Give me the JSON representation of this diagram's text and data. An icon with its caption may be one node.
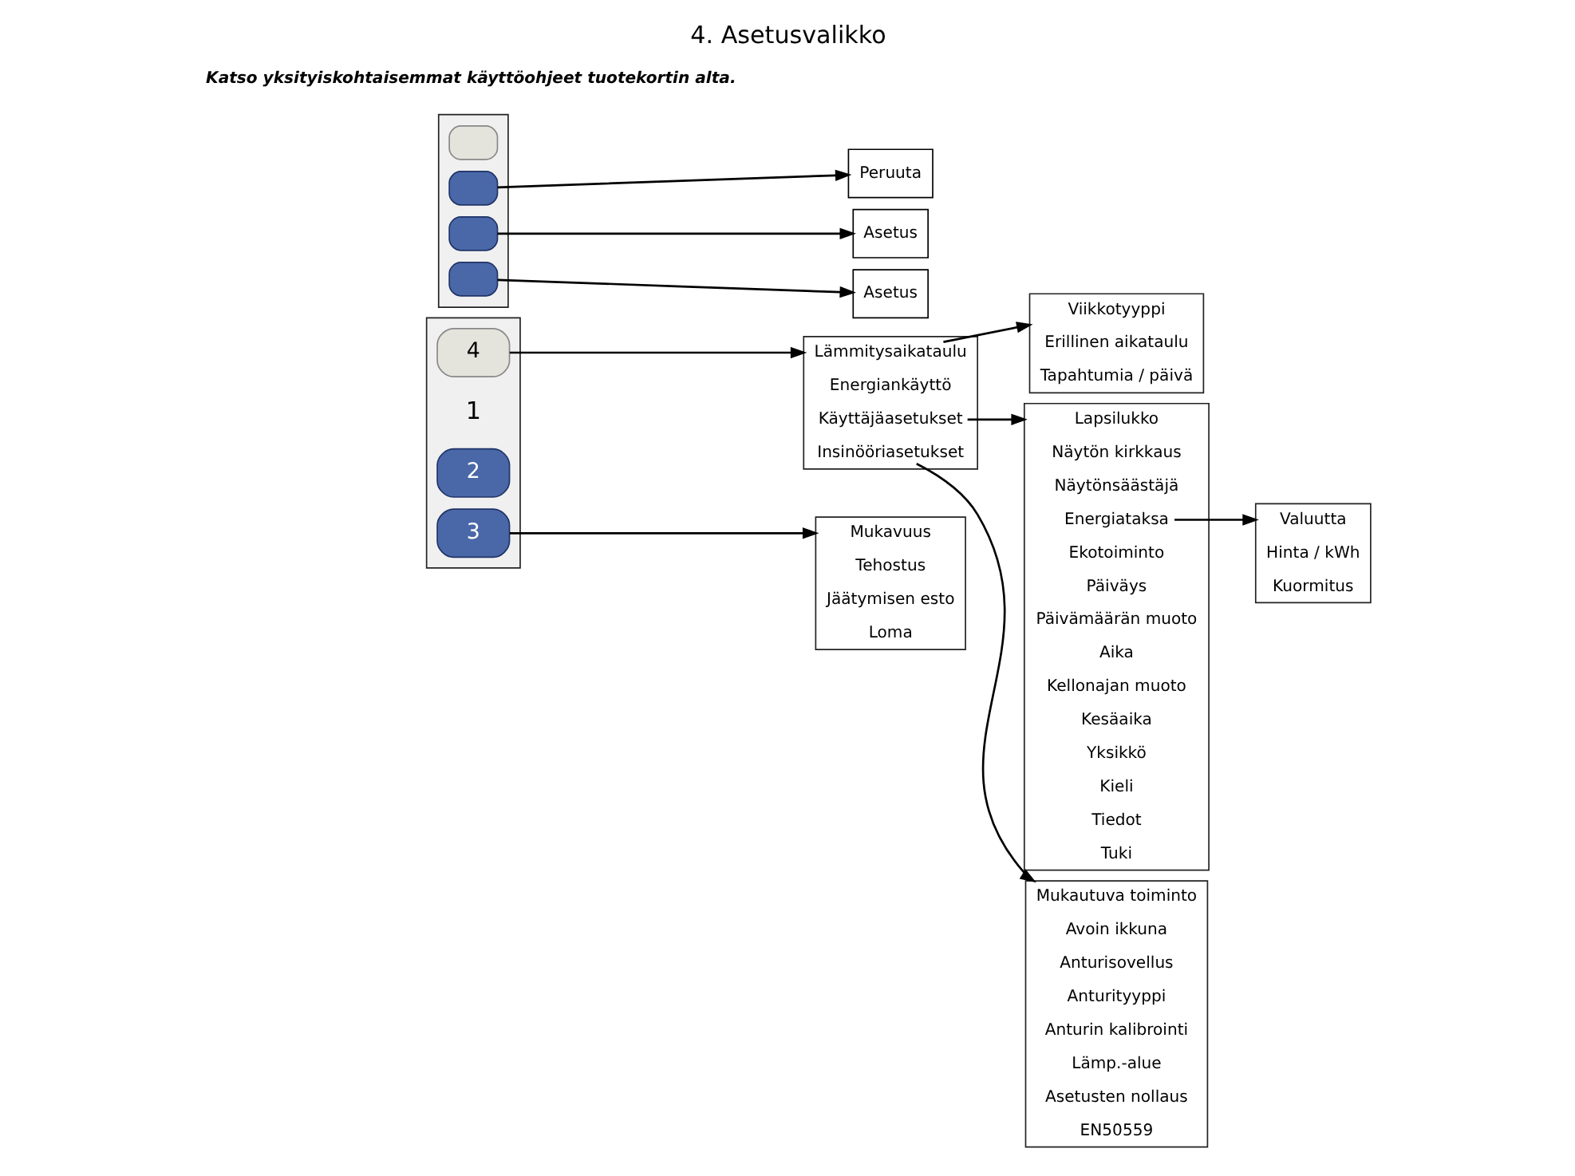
{
  "diagram": {
    "title": "4. Asetusvalikko",
    "nodes": [
      {
        "text": [],
        "shape": "box"
      },
      {
        "text": [
          "4"
        ],
        "in": 0
      },
      {
        "text": [
          "1"
        ],
        "in": 0
      },
      {
        "text": [
          "2"
        ],
        "in": 0
      },
      {
        "text": [
          "3"
        ],
        "in": 0
      },
      {
        "text": [],
        "shape": "box"
      },
      {
        "text": [
          "Lämmitysaikataulu"
        ],
        "in": 5
      },
      {
        "text": [
          "Energiankäyttö"
        ],
        "in": 5
      },
      {
        "text": [
          "Käyttäjäasetukset"
        ],
        "in": 5
      },
      {
        "text": [
          "Insinööriasetukset"
        ],
        "in": 5
      },
      {
        "text": [],
        "shape": "box"
      },
      {
        "text": [
          "Viikkotyyppi"
        ],
        "in": 10
      },
      {
        "text": [
          "Erillinen aikataulu"
        ],
        "in": 10
      },
      {
        "text": [
          "Tapahtumia / päivä"
        ],
        "in": 10
      },
      {
        "text": [],
        "shape": "box"
      },
      {
        "text": [
          "Mukavuus"
        ],
        "in": 14
      },
      {
        "text": [
          "Tehostus"
        ],
        "in": 14
      },
      {
        "text": [
          "Jäätymisen esto"
        ],
        "in": 14
      },
      {
        "text": [
          "Loma"
        ],
        "in": 14
      },
      {
        "text": [],
        "shape": "box"
      },
      {
        "text": [
          "Lapsilukko"
        ],
        "in": 19
      },
      {
        "text": [
          "Näytön kirkkaus"
        ],
        "in": 19
      },
      {
        "text": [
          "Näytönsäästäjä"
        ],
        "in": 19
      },
      {
        "text": [
          "Energiataksa"
        ],
        "in": 19
      },
      {
        "text": [
          "Ekotoiminto"
        ],
        "in": 19
      },
      {
        "text": [
          "Päiväys"
        ],
        "in": 19
      },
      {
        "text": [
          "Päivämäärän muoto"
        ],
        "in": 19
      },
      {
        "text": [
          "Aika"
        ],
        "in": 19
      },
      {
        "text": [
          "Kellonajan muoto"
        ],
        "in": 19
      },
      {
        "text": [
          "Kesäaika"
        ],
        "in": 19
      },
      {
        "text": [
          "Yksikkö"
        ],
        "in": 19
      },
      {
        "text": [
          "Kieli"
        ],
        "in": 19
      },
      {
        "text": [
          "Tiedot"
        ],
        "in": 19
      },
      {
        "text": [
          "Tuki"
        ],
        "in": 19
      },
      {
        "text": [],
        "shape": "box"
      },
      {
        "text": [
          "Valuutta"
        ],
        "in": 34
      },
      {
        "text": [
          "Hinta / kWh"
        ],
        "in": 34
      },
      {
        "text": [
          "Kuormitus"
        ],
        "in": 34
      },
      {
        "text": [],
        "shape": "box"
      },
      {
        "text": [
          "Mukautuva toiminto"
        ],
        "in": 38
      },
      {
        "text": [
          "Avoin ikkuna"
        ],
        "in": 38
      },
      {
        "text": [
          "Anturisovellus"
        ],
        "in": 38
      },
      {
        "text": [
          "Anturityyppi"
        ],
        "in": 38
      },
      {
        "text": [
          "Anturin kalibrointi"
        ],
        "in": 38
      },
      {
        "text": [
          "Lämp.-alue"
        ],
        "in": 38
      },
      {
        "text": [
          "Asetusten nollaus"
        ],
        "in": 38
      },
      {
        "text": [
          "EN50559"
        ],
        "in": 38
      },
      {
        "text": [],
        "shape": "box"
      },
      {
        "text": [],
        "shape": "box",
        "in": 47
      },
      {
        "text": [],
        "shape": "box",
        "in": 47
      },
      {
        "text": [],
        "shape": "box",
        "in": 47
      },
      {
        "text": [],
        "shape": "box",
        "in": 47
      },
      {
        "text": [
          "Peruuta"
        ]
      },
      {
        "text": [
          "Asetus"
        ]
      },
      {
        "text": [
          "Asetus"
        ]
      }
    ],
    "edges": [
      {
        "from": 1,
        "to": 5,
        "arrow": "to"
      },
      {
        "from": 4,
        "to": 14,
        "arrow": "to"
      },
      {
        "from": 6,
        "to": 10,
        "arrow": "to"
      },
      {
        "from": 8,
        "to": 19,
        "arrow": "to"
      },
      {
        "from": 9,
        "to": 38,
        "arrow": "to"
      },
      {
        "from": 23,
        "to": 34,
        "arrow": "to"
      },
      {
        "from": 49,
        "to": 52,
        "arrow": "to"
      },
      {
        "from": 50,
        "to": 53,
        "arrow": "to"
      },
      {
        "from": 51,
        "to": 54,
        "arrow": "to"
      }
    ],
    "labels": [
      "Katso yksityiskohtaisemmat käyttöohjeet tuotekortin alta."
    ]
  }
}
